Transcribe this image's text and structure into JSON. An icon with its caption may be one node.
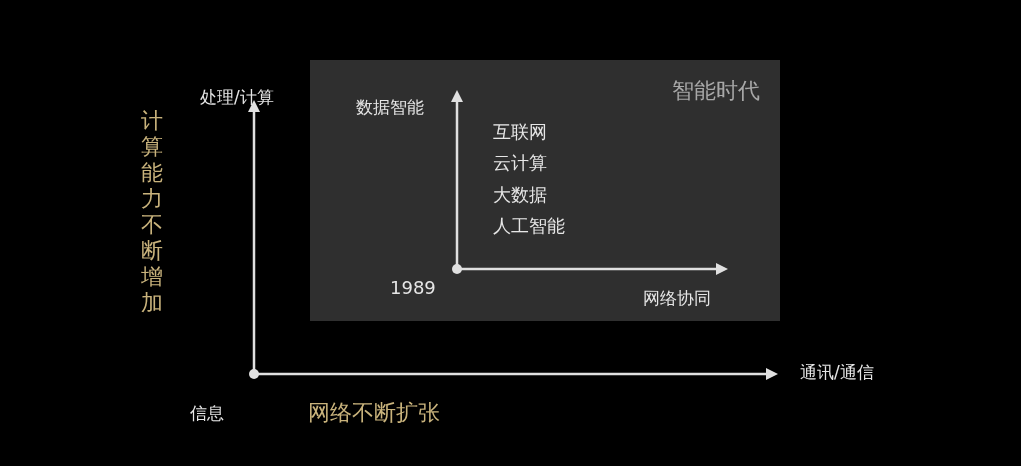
{
  "diagram": {
    "nodes": [
      {
        "text": [
          "智能时代"
        ]
      }
    ],
    "labels": [
      "处理/计算",
      "计算能力不断增加",
      "数据智能",
      "互联网",
      "云计算",
      "大数据",
      "人工智能",
      "1989",
      "网络协同",
      "通讯/通信",
      "信息",
      "网络不断扩张"
    ]
  }
}
